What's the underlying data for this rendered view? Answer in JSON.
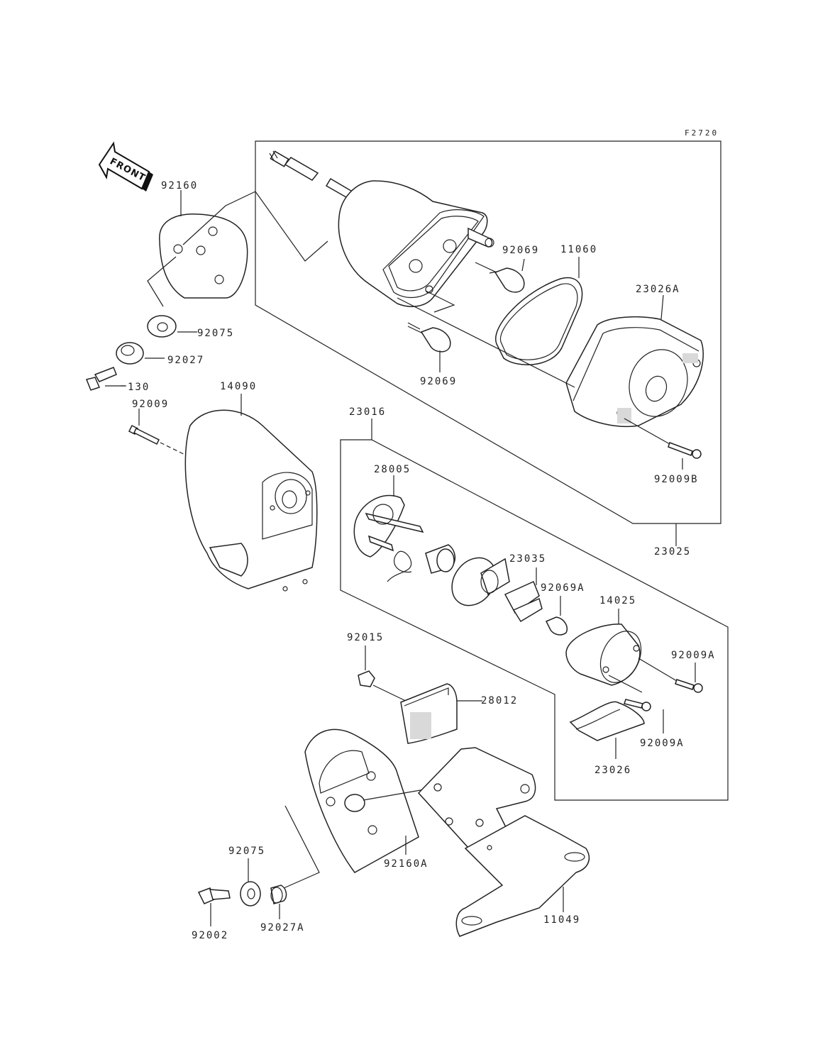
{
  "figure_code": "F2720",
  "direction_label": "FRONT",
  "labels": {
    "p92160": "92160",
    "p92075_top": "92075",
    "p92027": "92027",
    "p130": "130",
    "p92009": "92009",
    "p14090": "14090",
    "p92069_top": "92069",
    "p11060": "11060",
    "p23026A": "23026A",
    "p92069_bottom": "92069",
    "p92009B": "92009B",
    "p23025": "23025",
    "p23016": "23016",
    "p28005": "28005",
    "p23035": "23035",
    "p92069A": "92069A",
    "p14025": "14025",
    "p92009A_top": "92009A",
    "p92009A_bottom": "92009A",
    "p23026": "23026",
    "p92015": "92015",
    "p28012": "28012",
    "p92160A": "92160A",
    "p92075_bottom": "92075",
    "p92002": "92002",
    "p92027A": "92027A",
    "p11049": "11049"
  }
}
